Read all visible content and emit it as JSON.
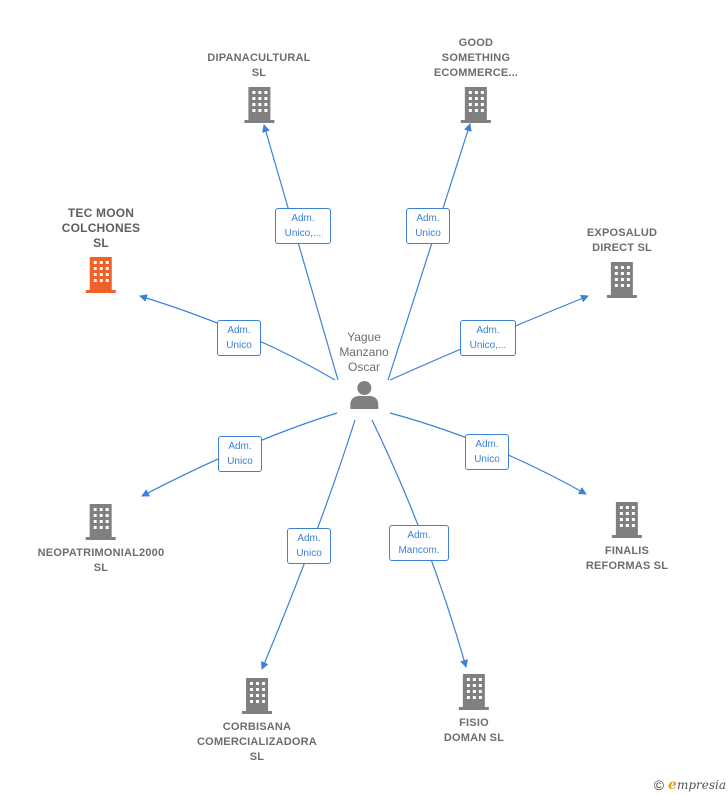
{
  "center": {
    "name": "Yague\nManzano\nOscar",
    "icon": "person-icon"
  },
  "companies": [
    {
      "id": "dipanacultural",
      "name": "DIPANACULTURAL\nSL",
      "role": "Adm.\nUnico,...",
      "icon": "building-icon",
      "color": "#808080"
    },
    {
      "id": "good-something",
      "name": "GOOD\nSOMETHING\nECOMMERCE...",
      "role": "Adm.\nUnico",
      "icon": "building-icon",
      "color": "#808080"
    },
    {
      "id": "tec-moon",
      "name": "TEC MOON\nCOLCHONES\nSL",
      "role": "Adm.\nUnico",
      "icon": "building-icon",
      "color": "#f0602a"
    },
    {
      "id": "exposalud",
      "name": "EXPOSALUD\nDIRECT SL",
      "role": "Adm.\nUnico,...",
      "icon": "building-icon",
      "color": "#808080"
    },
    {
      "id": "neopatrimonial",
      "name": "NEOPATRIMONIAL2000\nSL",
      "role": "Adm.\nUnico",
      "icon": "building-icon",
      "color": "#808080"
    },
    {
      "id": "finalis",
      "name": "FINALIS\nREFORMAS  SL",
      "role": "Adm.\nUnico",
      "icon": "building-icon",
      "color": "#808080"
    },
    {
      "id": "corbisana",
      "name": "CORBISANA\nCOMERCIALIZADORA\nSL",
      "role": "Adm.\nUnico",
      "icon": "building-icon",
      "color": "#808080"
    },
    {
      "id": "fisio-doman",
      "name": "FISIO\nDOMAN SL",
      "role": "Adm.\nMancom.",
      "icon": "building-icon",
      "color": "#808080"
    }
  ],
  "colors": {
    "edge": "#3b82d6",
    "node": "#808080",
    "highlight": "#f0602a",
    "text": "#6d6d6d"
  },
  "footer": {
    "copyright": "©",
    "brand_initial": "e",
    "brand_rest": "mpresia"
  }
}
